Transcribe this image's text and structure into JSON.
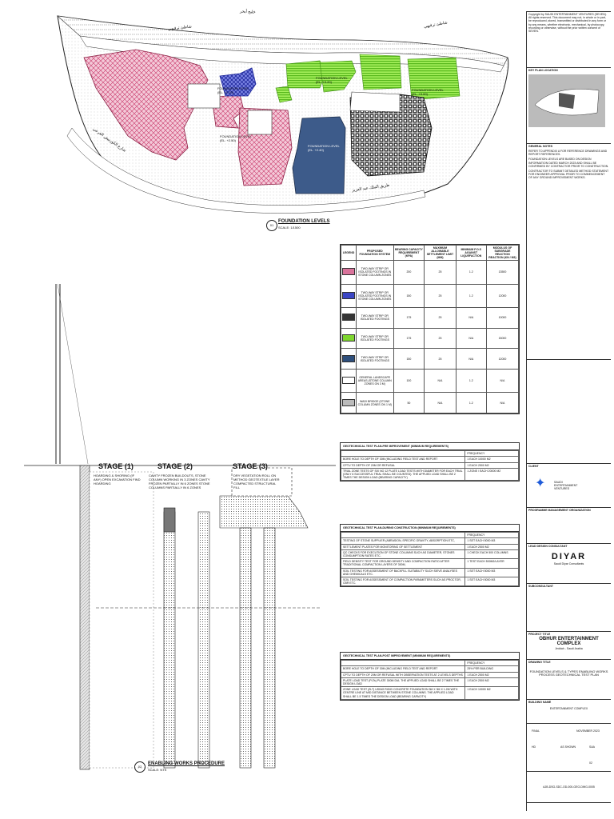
{
  "plan": {
    "title": "FOUNDATION LEVELS",
    "number": "01",
    "scale": "SCALE: 1/1500",
    "top_labels": [
      "خليج أبحر",
      "شاطئ ترفيهي",
      "شاطئ ترفيهي"
    ],
    "road_labels": [
      "شارع الكورنيش الفرعي",
      "طريق الملك عبد العزيز"
    ],
    "zone_labels": [
      "FOUNDATION LEVEL (EL. +1.70)",
      "FOUNDATION LEVEL (EL. +2.40)",
      "FOUNDATION LEVEL (EL. +2.50)",
      "FOUNDATION LEVEL (EL. +3.00)",
      "FOUNDATION LEVEL (EL. +3.20)"
    ]
  },
  "legend": {
    "headers": [
      "LEGEND",
      "PROPOSED FOUNDATION SYSTEM",
      "BEARING CAPACITY REQUIREMENT (KPA)",
      "MAXIMUM ALLOWABLE SETTLEMENT LIMIT (MM)",
      "MINIMUM F.O.S AGAINST LIQUEFACTION",
      "MODULUS OF SUBGRADE REACTION REACTION (KN / M3)"
    ],
    "rows": [
      {
        "swatch": "#d9739b",
        "system": "TWO-WAY STRIP OR ISOLATED FOOTINGS IN STONE COLUMN ZONES",
        "bearing": "200",
        "settle": "25",
        "fos": "1.2",
        "modulus": "13500"
      },
      {
        "swatch": "#3a45c4",
        "system": "TWO-WAY STRIP OR ISOLATED FOOTINGS IN STONE COLUMN ZONES",
        "bearing": "150",
        "settle": "25",
        "fos": "1.2",
        "modulus": "12000"
      },
      {
        "swatch": "#333333",
        "system": "TWO-WAY STRIP OR ISOLATED FOOTINGS",
        "bearing": "175",
        "settle": "25",
        "fos": "N/A",
        "modulus": "10000"
      },
      {
        "swatch": "#7ed62e",
        "system": "TWO-WAY STRIP OR ISOLATED FOOTINGS",
        "bearing": "175",
        "settle": "25",
        "fos": "N/A",
        "modulus": "15000"
      },
      {
        "swatch": "#2e4f7c",
        "system": "TWO-WAY STRIP OR ISOLATED FOOTINGS",
        "bearing": "150",
        "settle": "25",
        "fos": "N/A",
        "modulus": "12000"
      },
      {
        "swatch": "#ffffff",
        "system": "GENERAL LANDSCAPE AREAS (STONE COLUMN ZONES ON 3 M)",
        "bearing": "100",
        "settle": "N/A",
        "fos": "1.2",
        "modulus": "N/A"
      },
      {
        "swatch": "#bbbbbb",
        "system": "WADI BRIDGE (STONE COLUMN ZONES ON 1 M)",
        "bearing": "50",
        "settle": "N/A",
        "fos": "1.2",
        "modulus": "N/A"
      }
    ]
  },
  "table_pre": {
    "title": "GEOTECHNICAL TEST PLAN-PRE IMPROVEMENT (MINIMUM REQUIREMENTS)",
    "freq_header": "FREQUENCY",
    "rows": [
      {
        "item": "BORE HOLE TO DEPTH OF 30M (INCLUDING FIELD TEST AND REPORT",
        "freq": "1 EACH 10000 M2"
      },
      {
        "item": "CPTU TO DEPTH OF 20M OR REFUSAL",
        "freq": "1 EACH 2500 M2"
      },
      {
        "item": "TRIAL ZONE TESTS OF SIX NO 12 PLATE LOAD TESTS WITH DIAMETER FOR EACH TRIAL (ONLY 6 SUCCESSFUL TRIAL SHALL BE COUNTED). THE APPLIED LOAD SHALL BE 2 TIMES THE DESIGN LOAD (BEARING CAPACITY)",
        "freq": "1 ZONE / EACH 20000 M2"
      }
    ]
  },
  "table_during": {
    "title": "GEOTECHNICAL TEST PLAN-DURING CONSTRUCTION (MINIMUM REQUIREMENTS)",
    "freq_header": "FREQUENCY",
    "rows": [
      {
        "item": "TESTING OF STONE SUPPLIER (ABRASION, SPECIFIC GRAVITY, ABSORPTION ETC,",
        "freq": "1 SET EACH 5000 M3"
      },
      {
        "item": "SETTLEMENT PLATES FOR MONITORING OF SETTLEMENT",
        "freq": "1 EACH 2500 M2"
      },
      {
        "item": "QC CHECKS FOR EXECUTION OF STONE COLUMNS SUCH AS DIAMETER, STONES CONSUMPTION RATES ETC.",
        "freq": "1 CHECK EACH 500 COLUMNS"
      },
      {
        "item": "FIELD DENSITY TEST FOR GROUND DENSITY AND COMPACTION RATIO AFTER TRADITIONAL COMPACTION LAYERS OF 300M,",
        "freq": "1 TEST EACH 500M2/LAYER"
      },
      {
        "item": "SOIL TESTING FOR ASSESSMENT OF BACKFILL SUITABILITY SUCH SIEVE ANALYSES AND GHEMICALS ETC.",
        "freq": "1 SET EACH 5000 M3"
      },
      {
        "item": "SOIL TESTING FOR ASSESSMENT OF COMPACTION PARAMETERS SUCH AS PROCTOR, CBR ETC.",
        "freq": "1 SET EACH 5000 M3"
      }
    ]
  },
  "table_post": {
    "title": "GEOTECHNICAL TEST PLAN-POST IMPROVEMENT (MINIMUM REQUIREMENTS)",
    "freq_header": "FREQUENCY",
    "rows": [
      {
        "item": "BORE HOLE TO DEPTH OF 30M (INCLUDING FIELD TEST AND REPORT",
        "freq": "25% PER BUILDING"
      },
      {
        "item": "CPTU TO DEPTH OF 20M OR REFUSAL WITH OBSERVATION TESTS AT 2 LEVELS DEPTHS",
        "freq": "1 EACH 2500 M2"
      },
      {
        "item": "PLATE LOAD TEST (PLTs) PLATE 300M DIA. THE APPLIED LOAD SHALL BE 2 TIMES THE DESIGN LOAD",
        "freq": "1 EACH 2500 M2"
      },
      {
        "item": "ZONE LOAD TEST (ZLT) USING RIGID CONCRETE FOUNDATION 3M X 3M X 1.2M WITH CENTRE LINE AT MID DISTANCE BETWEEN STONE COLUMNS. THE APPLIED LOAD SHALL BE 1.5 TIMES THE DESIGN LOAD (BEARING CAPACITY)",
        "freq": "1 EACH 10000 M2"
      }
    ]
  },
  "procedure": {
    "title": "ENABLING WORKS PROCEDURE",
    "number": "02",
    "scale": "SCALE: NTS",
    "stages": [
      {
        "name": "STAGE (1)",
        "desc": "HOARDING & SHORING (IF ANY) OPEN EXCAVATION FIND HOARDING"
      },
      {
        "name": "STAGE (2)",
        "desc": "CAVITY FROZEN BUILDOUTS, STONE COLUMN WORKING IN 3 ZONES CAVITY FROZEN PARTIALLY IN 6 ZONES STONE COLUMNS PARTIALLY IN 6 ZONES"
      },
      {
        "name": "STAGE (3)",
        "desc": "DRY VEGETATION ROLL ON METHOD GEOTEXTILE LAYER COMPACTED STRUCTURAL FILL"
      }
    ]
  },
  "titleblock": {
    "copyright": "Copyright by SAUDI ENTERTAINMENT VENTURES (SEVEN). All rights reserved. This document may not, in whole or in part, be reproduced, stored, transmitted or distributed in any form or by any means, whether electronic, mechanical, by photocopy, recording or otherwise, without the prior written consent of SEVEN.",
    "key_plan_label": "KEY PLAN LOCATION",
    "general_notes_label": "GENERAL NOTES",
    "general_notes": [
      "REFER TO APPENDIX A FOR REFERENCE DRAWINGS AND REPORT REFERENCES.",
      "FOUNDATION LEVELS ARE BASED ON DESIGN INFORMATION DATED MARCH 2023 AND SHALL BE CONFIRMED BY CONTRACTOR PRIOR TO CONSTRUCTION.",
      "CONTRACTOR TO SUBMIT DETAILED METHOD STATEMENT FOR ENGINEER APPROVAL PRIOR TO COMMENCEMENT OF ANY GROUND IMPROVEMENT WORKS."
    ],
    "client_label": "CLIENT",
    "client_name": "SAUDI ENTERTAINMENT VENTURES",
    "pmo_label": "PROGRAMME MANAGEMENT ORGANIZATION",
    "lead_label": "LEAD DESIGN CONSULTANT",
    "lead_name": "DIYAR",
    "lead_sub": "Saudi Diyar Consultants",
    "sub_label": "SUBCONSULTANT",
    "project_label": "PROJECT TITLE",
    "project_name": "OBHUR ENTERTAINMENT COMPLEX",
    "project_loc": "Jeddah - Saudi Arabia",
    "drawing_label": "DRAWING TITLE",
    "drawing_title": "FOUNDATION LEVELS & TYPES ENABLING WORKS PROCESS GEOTECHNICAL TEST PLAN",
    "building_label": "BUILDING NAME",
    "building_name": "ENTERTAINMENT COMPLEX",
    "stage": "FINAL",
    "date": "NOVEMBER 2023",
    "designed": "HD",
    "scale": "AS SHOWN",
    "checked": "SAA",
    "rev": "02",
    "drawing_no": "AJB-DSG-SDC-OD-000-GEO-DWG-0005"
  },
  "colors": {
    "pink": "#d9739b",
    "blue": "#3a45c4",
    "navy": "#2e4f7c",
    "green": "#7ed62e",
    "black": "#222222"
  }
}
